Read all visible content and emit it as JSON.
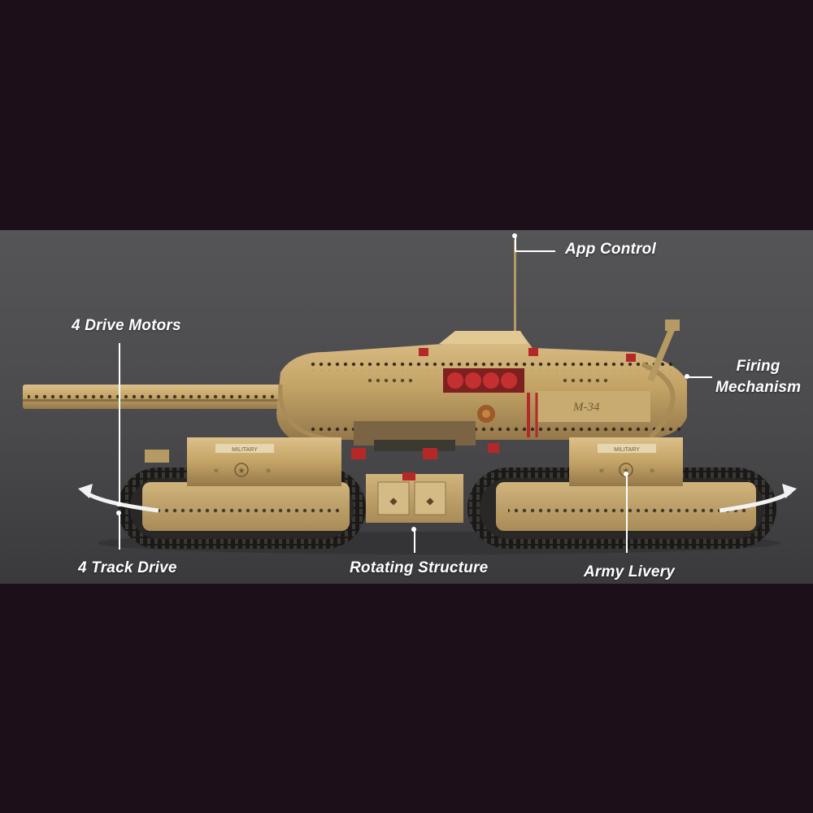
{
  "annotations": {
    "app_control": "App Control",
    "drive_motors": "4 Drive Motors",
    "firing_mechanism_line1": "Firing",
    "firing_mechanism_line2": "Mechanism",
    "track_drive": "4 Track Drive",
    "rotating_structure": "Rotating Structure",
    "army_livery": "Army Livery"
  },
  "model_markings": {
    "hull_code": "M-34",
    "plate_left": "MILITARY",
    "plate_right": "MILITARY"
  },
  "colors": {
    "background": "#1c0f1a",
    "studio_band": "#4c4b4e",
    "tan": "#c8a96e",
    "tan_dark": "#8d7446",
    "track": "#1e1d1c",
    "red_accent": "#b42828",
    "label": "#ffffff"
  }
}
